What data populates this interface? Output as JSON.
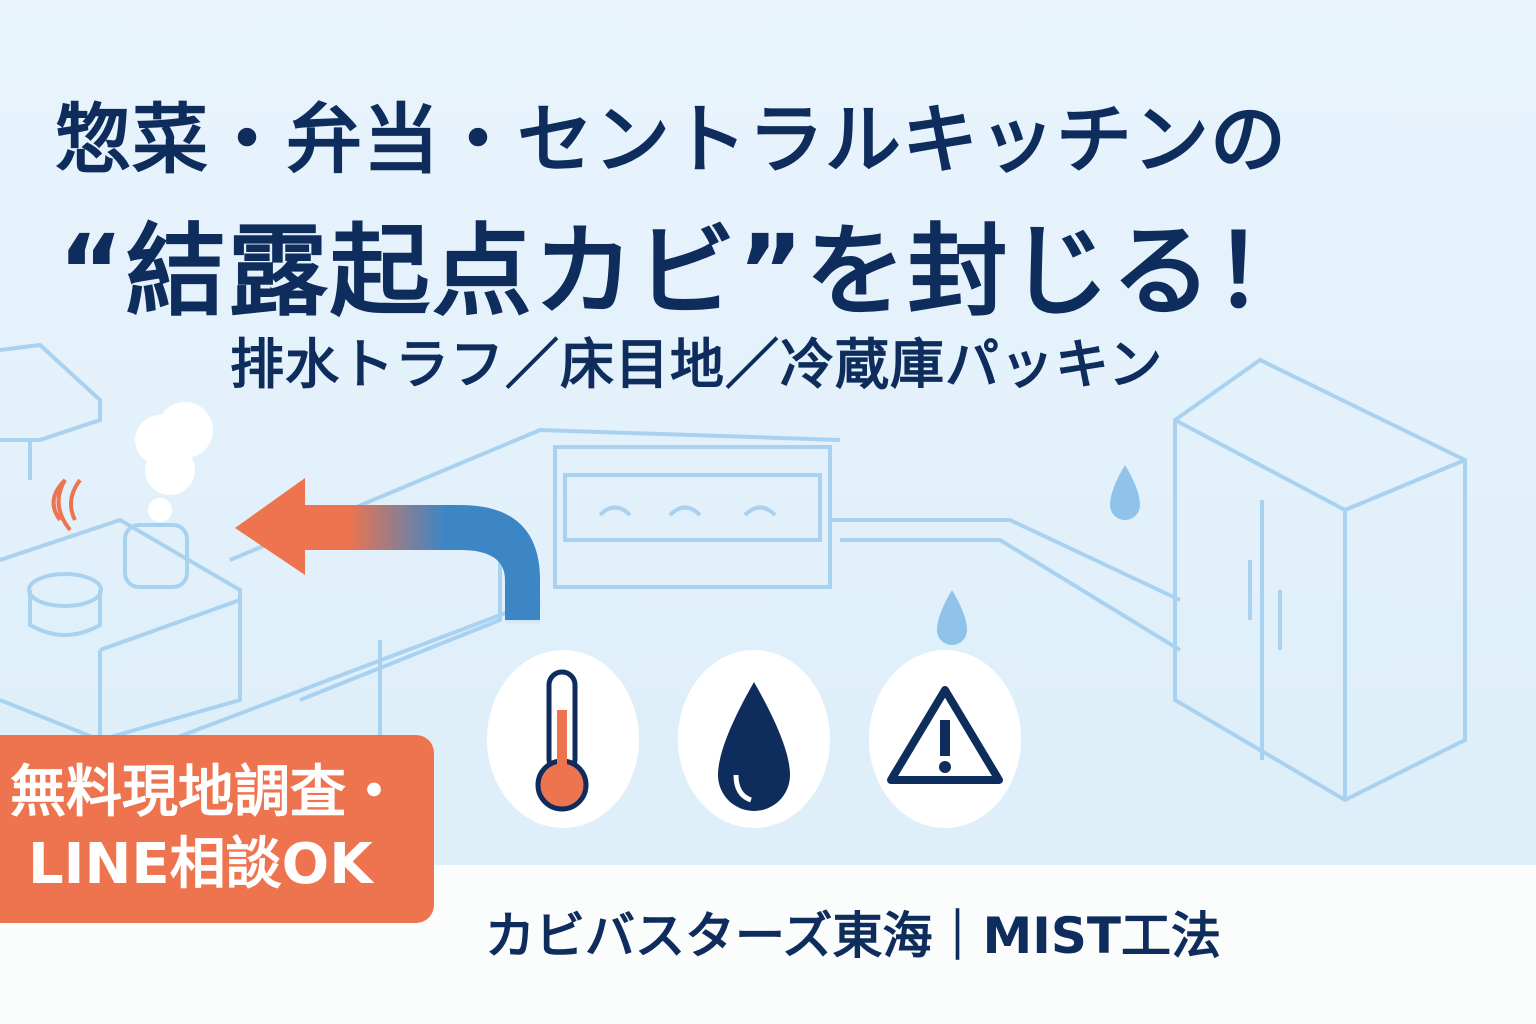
{
  "headline": {
    "line1": "惣菜・弁当・セントラルキッチンの",
    "line2": "“結露起点カビ”を封じる！",
    "line3": "排水トラフ／床目地／冷蔵庫パッキン"
  },
  "cta": {
    "line1": "無料現地調査・",
    "line2": "LINE相談OK"
  },
  "brand": {
    "name": "カビバスターズ東海｜MIST工法"
  },
  "icons": [
    "thermometer-icon",
    "water-drop-icon",
    "warning-icon"
  ],
  "colors": {
    "navy": "#0f2d5c",
    "orange": "#ee744f",
    "line_blue": "#9cc9ec",
    "bg": "#e3f1fb"
  }
}
